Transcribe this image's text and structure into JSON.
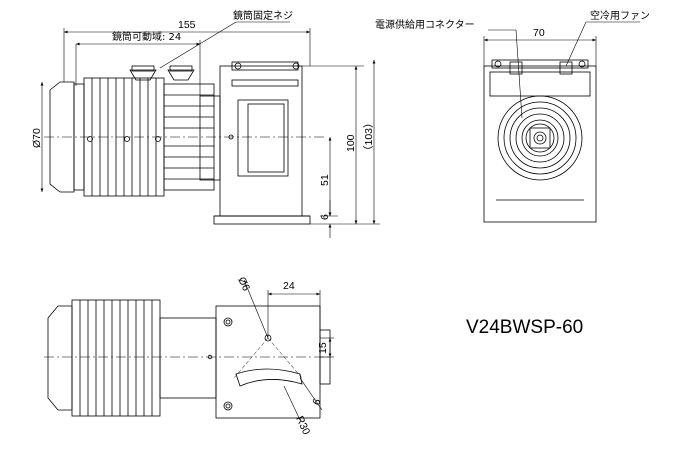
{
  "callouts": {
    "lens_barrel_fixing_screw": "鏡筒固定ネジ",
    "lens_barrel_range": "鏡筒可動域: 24",
    "power_connector": "電源供給用コネクター",
    "cooling_fan": "空冷用ファン"
  },
  "dimensions": {
    "overall_length": "155",
    "diameter": "Ø70",
    "height": "100",
    "height_ref": "（103）",
    "axis_height": "51",
    "base_thickness": "6",
    "width": "70",
    "hole_diameter": "Ø6",
    "hole_offset_x": "24",
    "hole_offset_y": "15",
    "slot_width": "6",
    "slot_radius": "R30"
  },
  "model_name": "V24BWSP-60"
}
